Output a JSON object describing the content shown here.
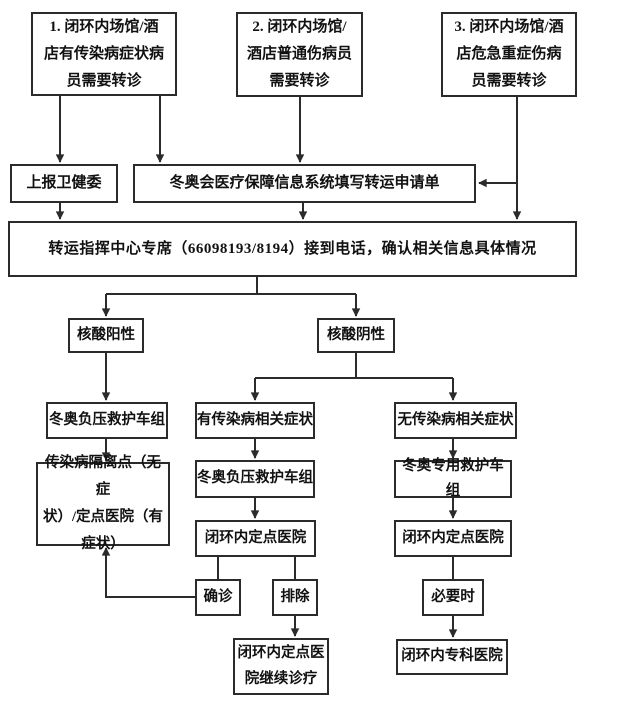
{
  "diagram": {
    "type": "flowchart",
    "language": "zh-CN",
    "colors": {
      "background": "#ffffff",
      "box_border": "#2b2b2b",
      "connector_line": "#2b2b2b",
      "text": "#111111"
    },
    "nodes": {
      "source1": {
        "label": "1. 闭环内场馆/酒\n店有传染病症状病\n员需要转诊"
      },
      "source2": {
        "label": "2. 闭环内场馆/\n酒店普通伤病员\n需要转诊"
      },
      "source3": {
        "label": "3. 闭环内场馆/酒\n店危急重症伤病\n员需要转诊"
      },
      "report_health_commission": {
        "label": "上报卫健委"
      },
      "transfer_request_form": {
        "label": "冬奥会医疗保障信息系统填写转运申请单"
      },
      "dispatch_center": {
        "label": "转运指挥中心专席（66098193/8194）接到电话，确认相关信息具体情况"
      },
      "nat_positive": {
        "label": "核酸阳性"
      },
      "nat_negative": {
        "label": "核酸阴性"
      },
      "negative_pressure_ambulance_1": {
        "label": "冬奥负压救护车组"
      },
      "with_infectious_symptoms": {
        "label": "有传染病相关症状"
      },
      "without_infectious_symptoms": {
        "label": "无传染病相关症状"
      },
      "isolation_point": {
        "label": "传染病隔离点（无症\n状）/定点医院（有\n症状）"
      },
      "negative_pressure_ambulance_2": {
        "label": "冬奥负压救护车组"
      },
      "dedicated_ambulance": {
        "label": "冬奥专用救护车组"
      },
      "designated_hospital_1": {
        "label": "闭环内定点医院"
      },
      "designated_hospital_2": {
        "label": "闭环内定点医院"
      },
      "confirmed": {
        "label": "确诊"
      },
      "excluded": {
        "label": "排除"
      },
      "when_necessary": {
        "label": "必要时"
      },
      "continue_treatment": {
        "label": "闭环内定点医\n院继续诊疗"
      },
      "specialist_hospital": {
        "label": "闭环内专科医院"
      }
    },
    "phone_number": "66098193/8194",
    "edges": [
      {
        "from": "source1",
        "to": "report_health_commission"
      },
      {
        "from": "source1",
        "to": "transfer_request_form"
      },
      {
        "from": "source2",
        "to": "transfer_request_form"
      },
      {
        "from": "source3",
        "to": "transfer_request_form"
      },
      {
        "from": "source3",
        "to": "dispatch_center"
      },
      {
        "from": "report_health_commission",
        "to": "dispatch_center"
      },
      {
        "from": "transfer_request_form",
        "to": "dispatch_center"
      },
      {
        "from": "dispatch_center",
        "to": "nat_positive"
      },
      {
        "from": "dispatch_center",
        "to": "nat_negative"
      },
      {
        "from": "nat_positive",
        "to": "negative_pressure_ambulance_1"
      },
      {
        "from": "negative_pressure_ambulance_1",
        "to": "isolation_point"
      },
      {
        "from": "nat_negative",
        "to": "with_infectious_symptoms"
      },
      {
        "from": "nat_negative",
        "to": "without_infectious_symptoms"
      },
      {
        "from": "with_infectious_symptoms",
        "to": "negative_pressure_ambulance_2"
      },
      {
        "from": "negative_pressure_ambulance_2",
        "to": "designated_hospital_1"
      },
      {
        "from": "designated_hospital_1",
        "to": "confirmed"
      },
      {
        "from": "designated_hospital_1",
        "to": "excluded"
      },
      {
        "from": "confirmed",
        "to": "isolation_point"
      },
      {
        "from": "excluded",
        "to": "continue_treatment"
      },
      {
        "from": "without_infectious_symptoms",
        "to": "dedicated_ambulance"
      },
      {
        "from": "dedicated_ambulance",
        "to": "designated_hospital_2"
      },
      {
        "from": "designated_hospital_2",
        "to": "when_necessary"
      },
      {
        "from": "when_necessary",
        "to": "specialist_hospital"
      }
    ]
  }
}
